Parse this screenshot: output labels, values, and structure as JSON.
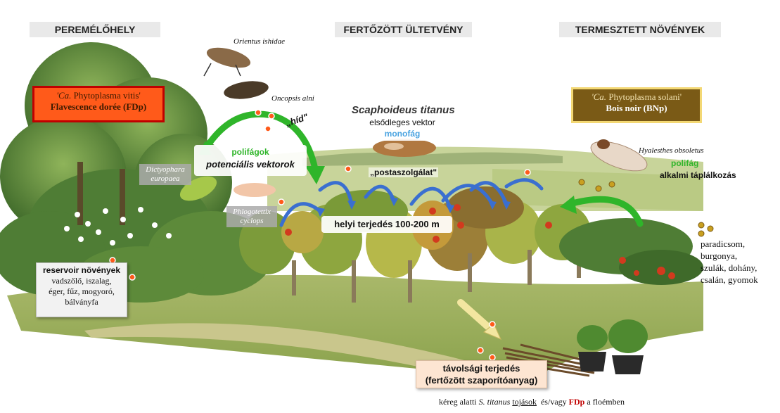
{
  "headers": {
    "left": "PEREMÉLŐHELY",
    "center": "FERTŐZÖTT ÜLTETVÉNY",
    "right": "TERMESZTETT NÖVÉNYEK"
  },
  "fdp_box": {
    "line1_italic": "'Ca.",
    "line1_rest": " Phytoplasma vitis'",
    "line2": "Flavescence dorée (FDp)"
  },
  "bnp_box": {
    "line1_italic": "'Ca.",
    "line1_rest": " Phytoplasma solani'",
    "line2": "Bois noir (BNp)"
  },
  "insects": {
    "orientus": "Orientus ishidae",
    "oncopsis": "Oncopsis alni",
    "dictyophara": "Dictyophara europaea",
    "phlogotettix": "Phlogotettix cyclops",
    "hyalesthes": "Hyalesthes obsoletus"
  },
  "labels": {
    "hid": "„híd\"",
    "polifagok": "polifágok",
    "potencialis": "potenciális vektorok",
    "scaphoideus": "Scaphoideus titanus",
    "elsodleges": "elsődleges vektor",
    "monofag": "monofág",
    "postaszolgalat": "„postaszolgálat\"",
    "helyi": "helyi terjedés 100-200 m",
    "polifag": "polifág",
    "alkalmi": "alkalmi táplálkozás"
  },
  "reservoir": {
    "title": "reservoir növények",
    "lines": [
      "vadszőlő, iszalag,",
      "éger, fűz, mogyoró,",
      "bálványfa"
    ]
  },
  "crops": [
    "paradicsom,",
    "burgonya,",
    "szulák, dohány,",
    "csalán, gyomok"
  ],
  "distance": {
    "line1": "távolsági terjedés",
    "line2": "(fertőzött szaporítóanyag)"
  },
  "caption": {
    "pre": "kéreg alatti ",
    "species": "S. titanus",
    "eggs": "tojások",
    "mid": "  és/vagy ",
    "fdp": "FDp",
    "post": " a floémben"
  },
  "colors": {
    "fdp_fill": "#ff5a1a",
    "fdp_border": "#c00000",
    "bnp_fill": "#7a5a16",
    "bnp_border": "#f3d874",
    "green_arrow": "#2fb52a",
    "blue_arrow": "#3a6fd0",
    "monofag_blue": "#4aa3e0",
    "fdp_text_red": "#c00000"
  }
}
